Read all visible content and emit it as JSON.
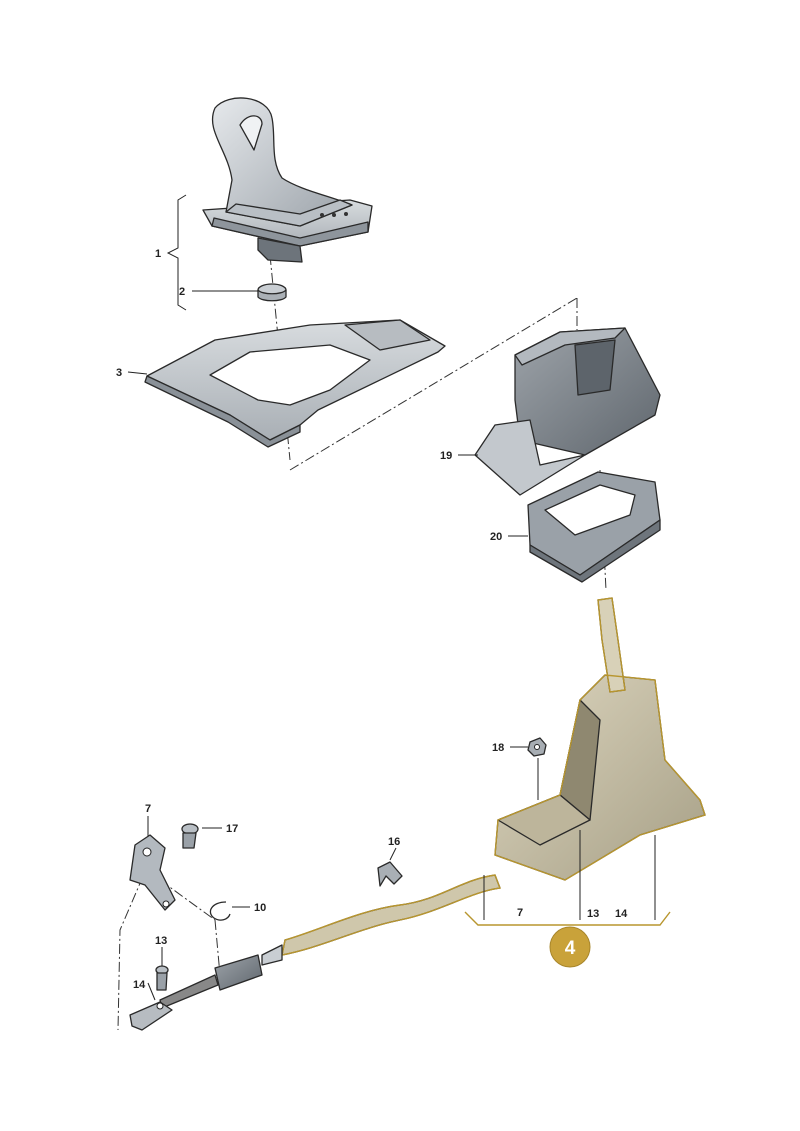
{
  "labels": {
    "p1": "1",
    "p2": "2",
    "p3": "3",
    "p19": "19",
    "p20": "20",
    "p18": "18",
    "p7_top": "7",
    "p17": "17",
    "p16": "16",
    "p10": "10",
    "p13_left": "13",
    "p14_left": "14",
    "group_7": "7",
    "group_13": "13",
    "group_14": "14"
  },
  "badge": {
    "number": "4",
    "color": "#c9a23a"
  },
  "colors": {
    "assembly_highlight": "#b8962f",
    "part_fill": "#c4c9ce",
    "assembly_fill": "#c7c0a7"
  }
}
